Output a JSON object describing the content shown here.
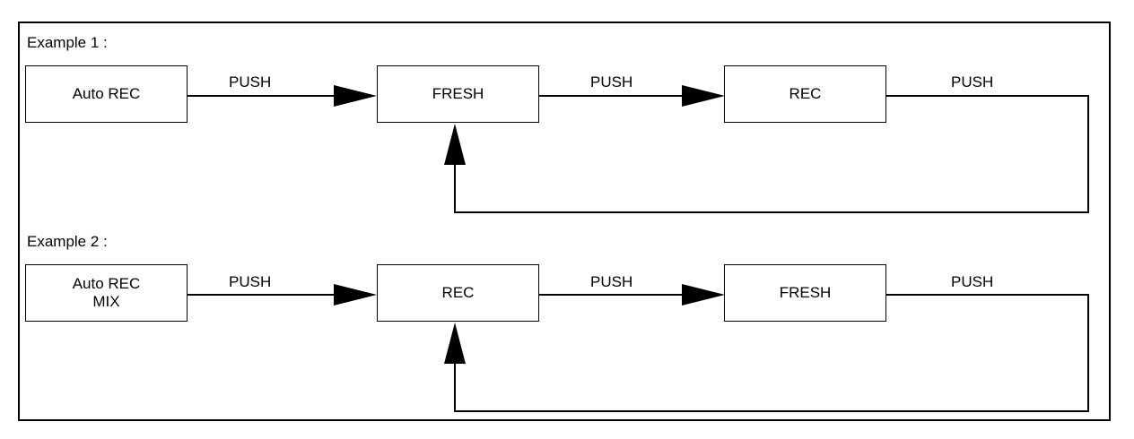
{
  "example1": {
    "title": "Example 1 :",
    "boxes": [
      "Auto REC",
      "FRESH",
      "REC"
    ],
    "arrows": [
      "PUSH",
      "PUSH",
      "PUSH"
    ]
  },
  "example2": {
    "title": "Example 2 :",
    "boxes": [
      [
        "Auto REC",
        "MIX"
      ],
      "REC",
      "FRESH"
    ],
    "arrows": [
      "PUSH",
      "PUSH",
      "PUSH"
    ]
  }
}
